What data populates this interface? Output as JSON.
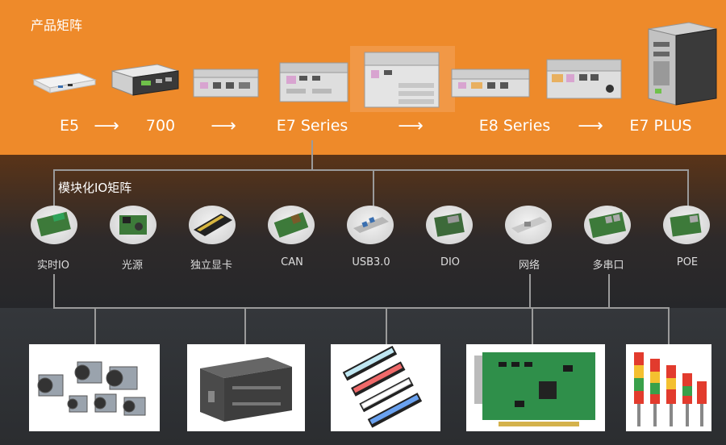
{
  "header": {
    "title": "产品矩阵"
  },
  "products": [
    {
      "label": "E5"
    },
    {
      "label": "700"
    },
    {
      "label": "E7 Series"
    },
    {
      "label": "E8 Series"
    },
    {
      "label": "E7 PLUS"
    }
  ],
  "arrow_glyph": "⟶",
  "io_section": {
    "title": "模块化IO矩阵"
  },
  "io_modules": [
    {
      "label": "实时IO"
    },
    {
      "label": "光源"
    },
    {
      "label": "独立显卡"
    },
    {
      "label": "CAN"
    },
    {
      "label": "USB3.0"
    },
    {
      "label": "DIO"
    },
    {
      "label": "网络"
    },
    {
      "label": "多串口"
    },
    {
      "label": "POE"
    }
  ],
  "peripherals": [
    {
      "icon": "industrial-camera-icon"
    },
    {
      "icon": "plc-controller-icon"
    },
    {
      "icon": "led-light-bars-icon"
    },
    {
      "icon": "io-card-pcb-icon"
    },
    {
      "icon": "signal-tower-lights-icon"
    }
  ],
  "colors": {
    "orange": "#ee8a2a",
    "line": "#9a9a9a"
  }
}
